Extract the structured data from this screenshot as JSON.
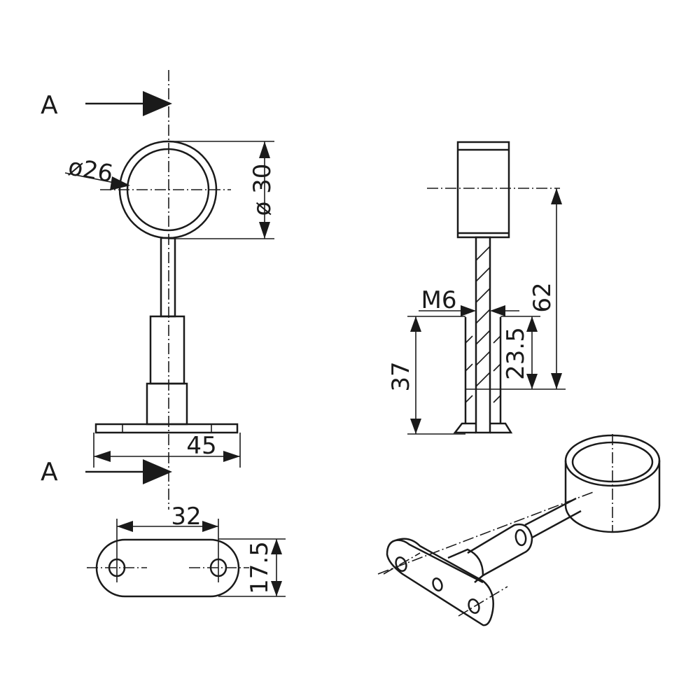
{
  "labels": {
    "section_top": "A",
    "section_bottom": "A",
    "inner_diameter": "ø26",
    "outer_diameter": "ø 30",
    "base_width": "45",
    "hole_spacing": "32",
    "base_depth": "17.5",
    "thread": "M6",
    "total_height": "62",
    "base_height": "37",
    "thread_depth": "23.5"
  }
}
